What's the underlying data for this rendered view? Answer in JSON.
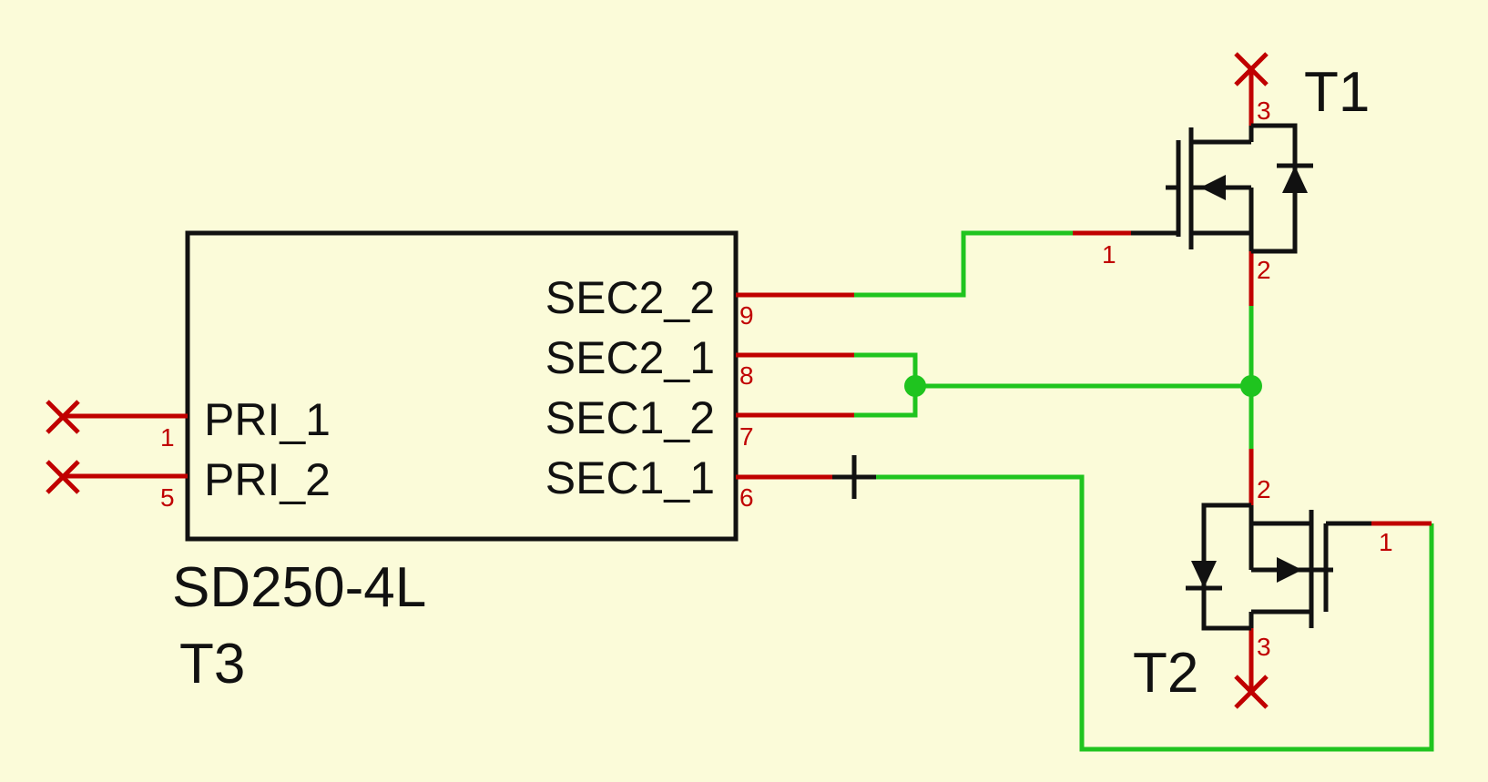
{
  "colors": {
    "background": "#fbfbd9",
    "wire": "#1fc41f",
    "pin": "#c00000",
    "body": "#111111",
    "junction": "#1fc41f"
  },
  "t3": {
    "part": "SD250-4L",
    "ref": "T3",
    "pins": {
      "pri_1": "PRI_1",
      "pri_2": "PRI_2",
      "sec2_2": "SEC2_2",
      "sec2_1": "SEC2_1",
      "sec1_2": "SEC1_2",
      "sec1_1": "SEC1_1"
    },
    "pin_numbers": {
      "pri_1": "1",
      "pri_2": "5",
      "sec2_2": "9",
      "sec2_1": "8",
      "sec1_2": "7",
      "sec1_1": "6"
    }
  },
  "t1": {
    "ref": "T1",
    "pin_numbers": {
      "gate": "1",
      "source": "2",
      "drain": "3"
    }
  },
  "t2": {
    "ref": "T2",
    "pin_numbers": {
      "gate": "1",
      "source": "2",
      "drain": "3"
    }
  }
}
